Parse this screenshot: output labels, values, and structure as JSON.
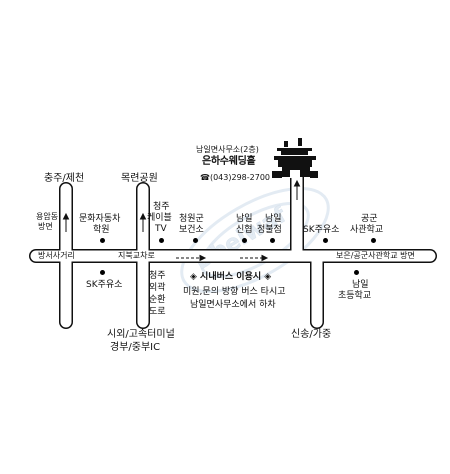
{
  "venue": {
    "floor_label": "남일면사무소(2층)",
    "name": "은하수웨딩홀",
    "phone": "☎(043)298-2700",
    "icon": "wedding-hall-building-icon"
  },
  "roads": {
    "top_left_1": "충주/제천",
    "top_left_2": "목련공원",
    "bottom_left": [
      "시외/고속터미널",
      "경부/중부IC"
    ],
    "bottom_right": "신송/가중",
    "left_end": "방서사거리",
    "intersection": "지북교차로",
    "right_end": "보은/공군사관학교 방면"
  },
  "landmarks": {
    "yongamdong": [
      "용암동",
      "방면"
    ],
    "car_school": [
      "문화자동차",
      "학원"
    ],
    "cheongju_tv": [
      "청주",
      "케이블",
      "TV"
    ],
    "health_center": [
      "청원군",
      "보건소"
    ],
    "namil_1": [
      "남일",
      "신협"
    ],
    "namil_2": [
      "남일",
      "정불점"
    ],
    "sk_right": "SK주유소",
    "air_force": [
      "공군",
      "사관학교"
    ],
    "sk_left": "SK주유소",
    "outer_road": [
      "청주",
      "외곽",
      "순환",
      "도로"
    ],
    "elementary": [
      "남일",
      "초등학교"
    ]
  },
  "bus": {
    "title": "◈ 시내버스 이용시 ◈",
    "line1": "미원,문의 방향 버스 타시고",
    "line2": "남일면사무소에서 하차"
  },
  "watermark": "Dbeiwaf",
  "colors": {
    "road": "#111111",
    "fill": "#ffffff",
    "watermark": "#dfe8f1"
  }
}
